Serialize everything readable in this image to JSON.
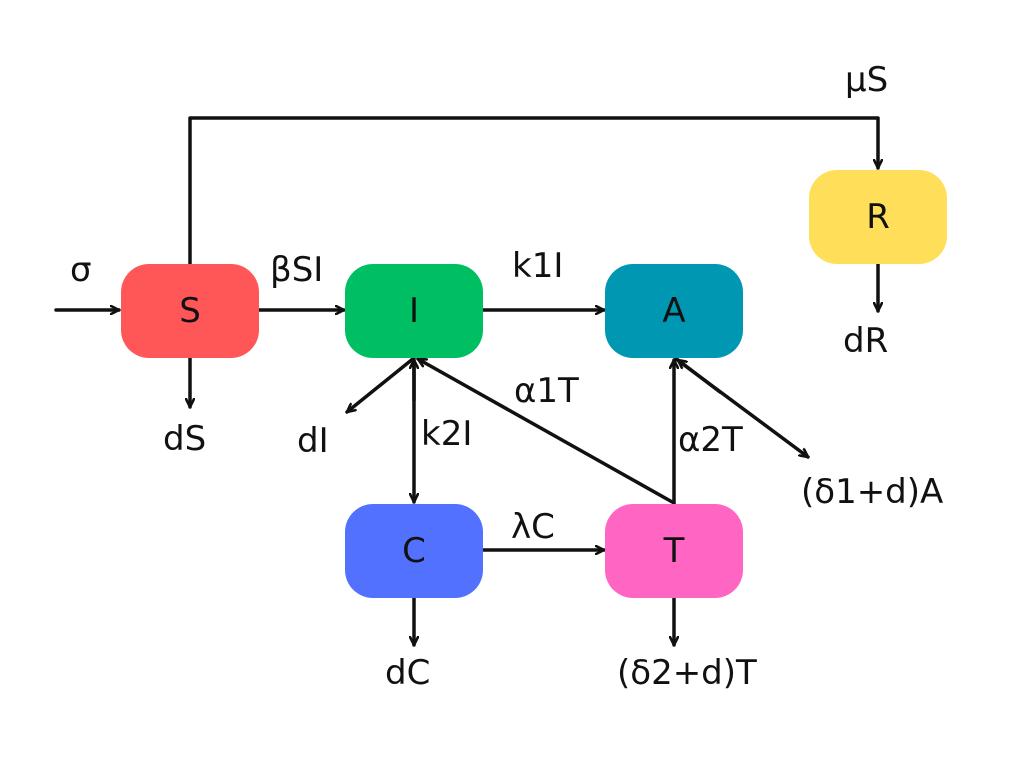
{
  "nodes": {
    "S": {
      "label": "S",
      "color": "#ff5757"
    },
    "I": {
      "label": "I",
      "color": "#00bf63"
    },
    "A": {
      "label": "A",
      "color": "#0097b2"
    },
    "R": {
      "label": "R",
      "color": "#ffde59"
    },
    "C": {
      "label": "C",
      "color": "#5271ff"
    },
    "T": {
      "label": "T",
      "color": "#ff66c4"
    }
  },
  "edge_labels": {
    "sigma": "σ",
    "beta_si": "βSI",
    "k1i": "k1I",
    "mu_s": "μS",
    "ds": "dS",
    "di": "dI",
    "k2i": "k2I",
    "alpha1t": "α1T",
    "alpha2t": "α2T",
    "delta1_a": "(δ1+d)A",
    "dr": "dR",
    "lambda_c": "λC",
    "dc": "dC",
    "delta2_t": "(δ2+d)T"
  }
}
